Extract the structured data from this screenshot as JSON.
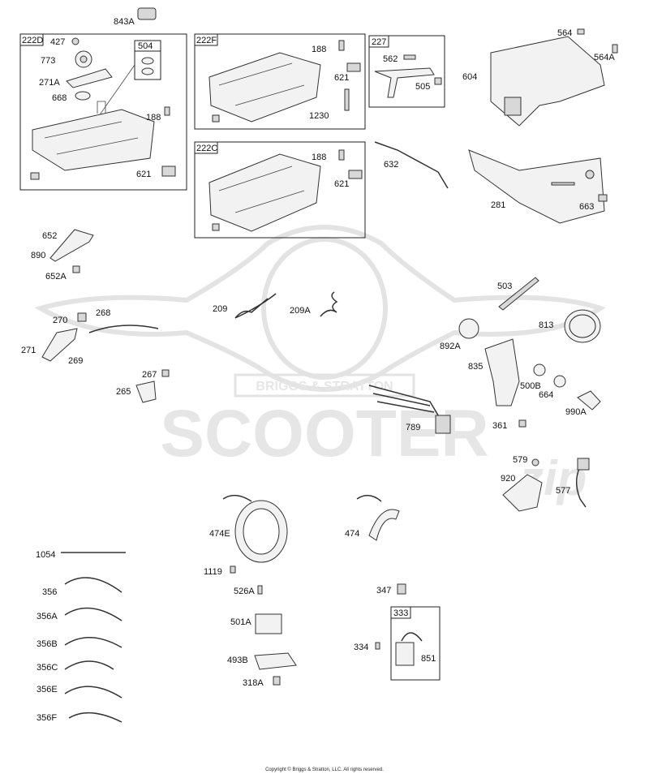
{
  "watermark": {
    "brand": "BRIGGS & STRATTON",
    "name": "SCOOTER",
    "mark": "zip"
  },
  "copyright": "Copyright © Briggs & Stratton, LLC. All rights reserved.",
  "groups": {
    "g222D": "222D",
    "g504": "504",
    "g222F": "222F",
    "g227": "227",
    "g222C": "222C",
    "g333": "333"
  },
  "parts": {
    "p843A": "843A",
    "p427": "427",
    "p773": "773",
    "p271A": "271A",
    "p668": "668",
    "p188a": "188",
    "p621a": "621",
    "p188b": "188",
    "p621b": "621",
    "p1230": "1230",
    "p562": "562",
    "p505": "505",
    "p564": "564",
    "p564A": "564A",
    "p604": "604",
    "p188c": "188",
    "p621c": "621",
    "p632": "632",
    "p281": "281",
    "p663": "663",
    "p652": "652",
    "p890": "890",
    "p652A": "652A",
    "p209": "209",
    "p209A": "209A",
    "p503": "503",
    "p270": "270",
    "p268": "268",
    "p271": "271",
    "p269": "269",
    "p892A": "892A",
    "p813": "813",
    "p267": "267",
    "p265": "265",
    "p835": "835",
    "p500B": "500B",
    "p664": "664",
    "p990A": "990A",
    "p789": "789",
    "p361": "361",
    "p579": "579",
    "p920": "920",
    "p577": "577",
    "p474E": "474E",
    "p474": "474",
    "p1119": "1119",
    "p1054": "1054",
    "p356": "356",
    "p356A": "356A",
    "p356B": "356B",
    "p356C": "356C",
    "p356E": "356E",
    "p356F": "356F",
    "p526A": "526A",
    "p347": "347",
    "p501A": "501A",
    "p334": "334",
    "p851": "851",
    "p493B": "493B",
    "p318A": "318A"
  }
}
